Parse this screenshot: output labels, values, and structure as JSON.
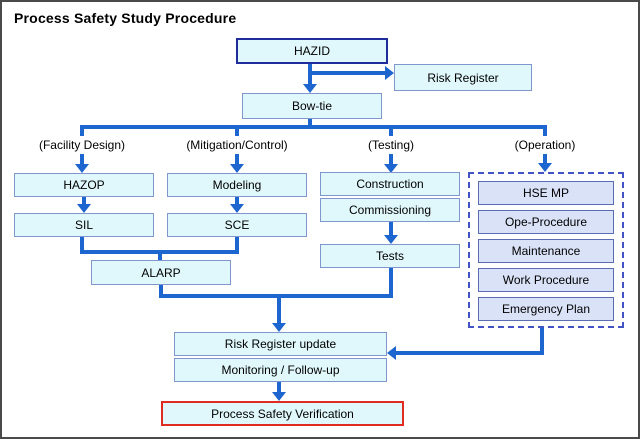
{
  "title": "Process Safety Study Procedure",
  "colors": {
    "flow_blue": "#1d65cf",
    "box_fill": "#e0f8fc",
    "box_border": "#7f97cc",
    "hazid_border": "#1f2d9c",
    "operation_box_fill": "#d9e2f7",
    "operation_box_border": "#5a6cb4",
    "operation_dashed_border": "#4453c4",
    "verification_border": "#e02b20"
  },
  "nodes": {
    "hazid": "HAZID",
    "risk_register": "Risk Register",
    "bowtie": "Bow-tie",
    "hazop": "HAZOP",
    "sil": "SIL",
    "modeling": "Modeling",
    "sce": "SCE",
    "alarp": "ALARP",
    "construction": "Construction",
    "commissioning": "Commissioning",
    "tests": "Tests",
    "hse_mp": "HSE MP",
    "ope_procedure": "Ope-Procedure",
    "maintenance": "Maintenance",
    "work_procedure": "Work Procedure",
    "emergency_plan": "Emergency Plan",
    "risk_register_update": "Risk Register update",
    "monitoring_followup": "Monitoring / Follow-up",
    "process_safety_verification": "Process Safety Verification"
  },
  "column_labels": {
    "facility_design": "(Facility Design)",
    "mitigation_control": "(Mitigation/Control)",
    "testing": "(Testing)",
    "operation": "(Operation)"
  }
}
